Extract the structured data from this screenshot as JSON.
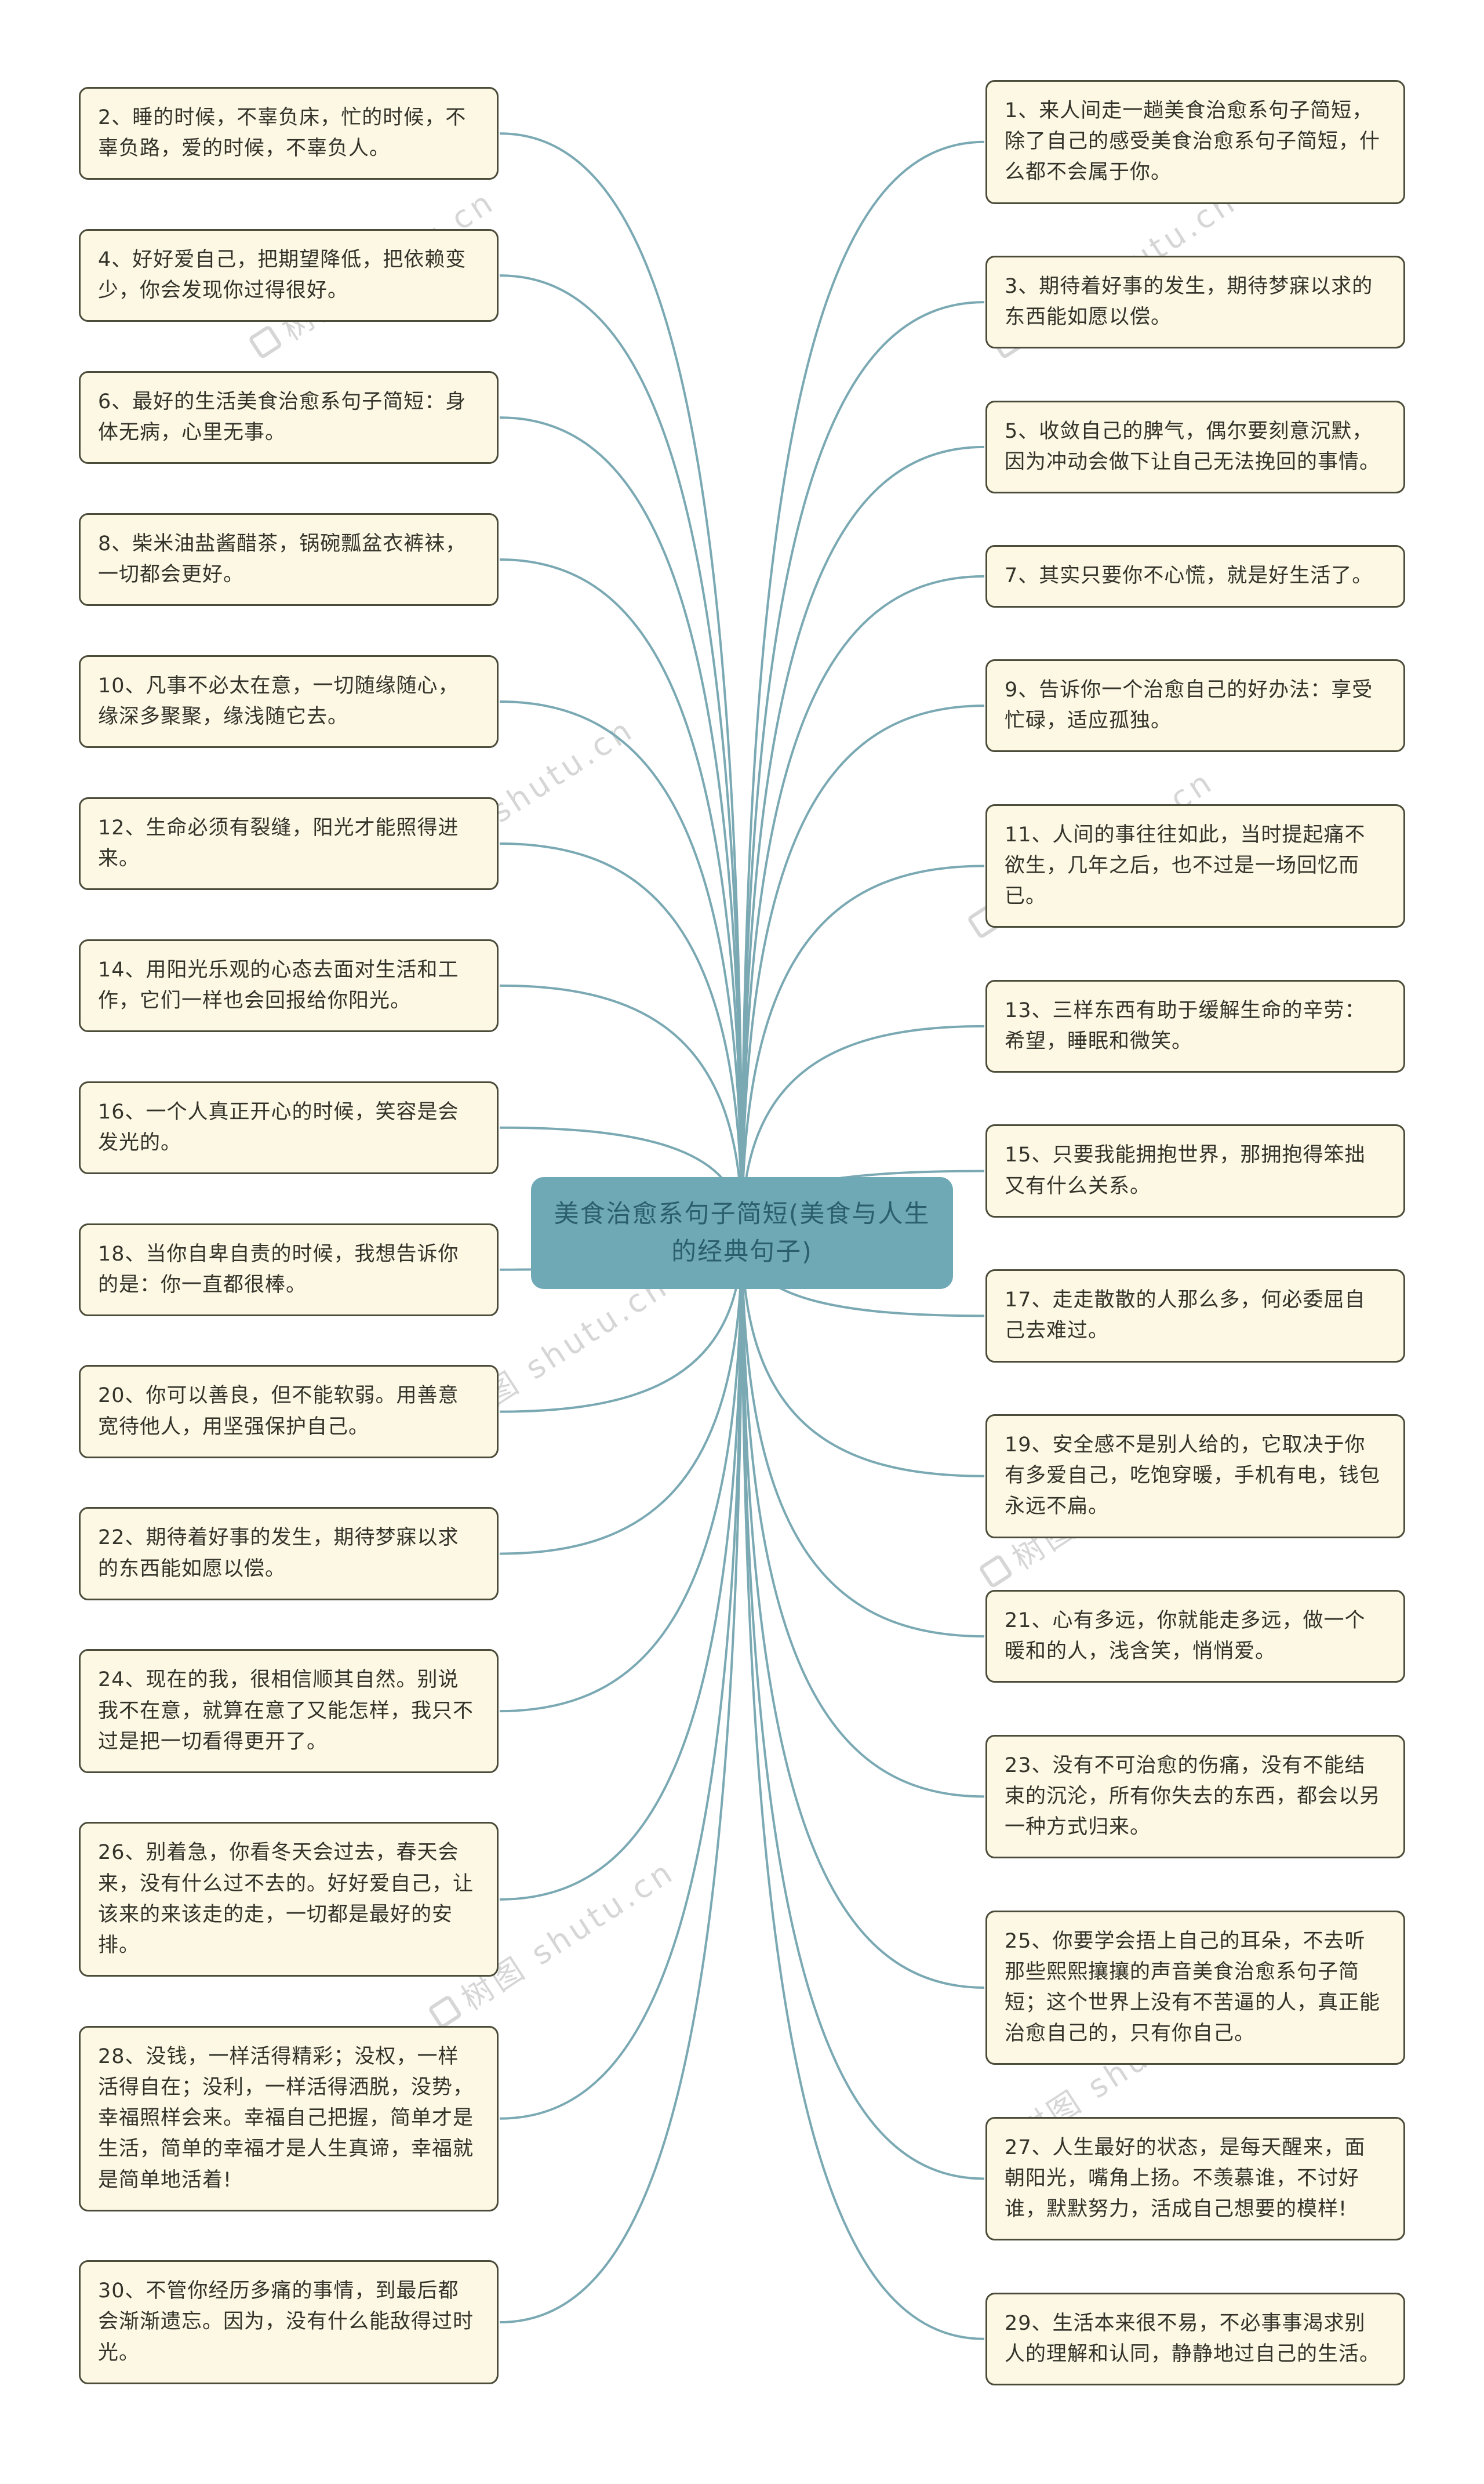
{
  "center": {
    "title": "美食治愈系句子简短(美食与人生的经典句子)"
  },
  "left_quotes": [
    "2、睡的时候，不辜负床，忙的时候，不辜负路，爱的时候，不辜负人。",
    "4、好好爱自己，把期望降低，把依赖变少，你会发现你过得很好。",
    "6、最好的生活美食治愈系句子简短：身体无病，心里无事。",
    "8、柴米油盐酱醋茶，锅碗瓢盆衣裤袜，一切都会更好。",
    "10、凡事不必太在意，一切随缘随心，缘深多聚聚，缘浅随它去。",
    "12、生命必须有裂缝，阳光才能照得进来。",
    "14、用阳光乐观的心态去面对生活和工作，它们一样也会回报给你阳光。",
    "16、一个人真正开心的时候，笑容是会发光的。",
    "18、当你自卑自责的时候，我想告诉你的是：你一直都很棒。",
    "20、你可以善良，但不能软弱。用善意宽待他人，用坚强保护自己。",
    "22、期待着好事的发生，期待梦寐以求的东西能如愿以偿。",
    "24、现在的我，很相信顺其自然。别说我不在意，就算在意了又能怎样，我只不过是把一切看得更开了。",
    "26、别着急，你看冬天会过去，春天会来，没有什么过不去的。好好爱自己，让该来的来该走的走，一切都是最好的安排。",
    "28、没钱，一样活得精彩；没权，一样活得自在；没利，一样活得洒脱，没势，幸福照样会来。幸福自己把握，简单才是生活，简单的幸福才是人生真谛，幸福就是简单地活着!",
    "30、不管你经历多痛的事情，到最后都会渐渐遗忘。因为，没有什么能敌得过时光。"
  ],
  "right_quotes": [
    "1、来人间走一趟美食治愈系句子简短，除了自己的感受美食治愈系句子简短，什么都不会属于你。",
    "3、期待着好事的发生，期待梦寐以求的东西能如愿以偿。",
    "5、收敛自己的脾气，偶尔要刻意沉默，因为冲动会做下让自己无法挽回的事情。",
    "7、其实只要你不心慌，就是好生活了。",
    "9、告诉你一个治愈自己的好办法：享受忙碌，适应孤独。",
    "11、人间的事往往如此，当时提起痛不欲生，几年之后，也不过是一场回忆而已。",
    "13、三样东西有助于缓解生命的辛劳：希望，睡眠和微笑。",
    "15、只要我能拥抱世界，那拥抱得笨拙又有什么关系。",
    "17、走走散散的人那么多，何必委屈自己去难过。",
    "19、安全感不是别人给的，它取决于你有多爱自己，吃饱穿暖，手机有电，钱包永远不扁。",
    "21、心有多远，你就能走多远，做一个暖和的人，浅含笑，悄悄爱。",
    "23、没有不可治愈的伤痛，没有不能结束的沉沦，所有你失去的东西，都会以另一种方式归来。",
    "25、你要学会捂上自己的耳朵，不去听那些熙熙攘攘的声音美食治愈系句子简短；这个世界上没有不苦逼的人，真正能治愈自己的，只有你自己。",
    "27、人生最好的状态，是每天醒来，面朝阳光，嘴角上扬。不羡慕谁，不讨好谁，默默努力，活成自己想要的模样!",
    "29、生活本来很不易，不必事事渴求别人的理解和认同，静静地过自己的生活。"
  ],
  "watermark": {
    "text": "树图 shutu.cn"
  },
  "colors": {
    "background": "#ffffff",
    "line": "#7aa9b3",
    "box_bg": "#fdf8e4",
    "box_border": "#4c4c3a",
    "text": "#33332a",
    "center_bg": "#6fa9b6",
    "center_text": "#2c5f6e",
    "watermark": "#d6d6d6"
  }
}
